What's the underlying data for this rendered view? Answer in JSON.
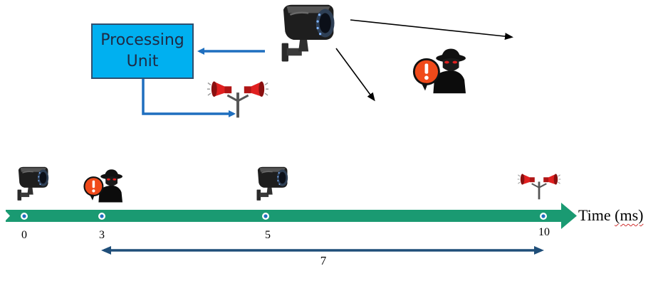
{
  "processing_unit": {
    "line1": "Processing",
    "line2": "Unit"
  },
  "timeline": {
    "axis_label": "Time",
    "axis_unit": "(ms)",
    "ticks": [
      "0",
      "3",
      "5",
      "10"
    ],
    "span_label": "7"
  },
  "icons": {
    "camera": "security-camera-icon",
    "intruder": "intruder-alert-icon",
    "siren": "siren-speaker-icon"
  },
  "colors": {
    "box_fill": "#00b0f0",
    "connector": "#1f6fbf",
    "timeline": "#1a9a72",
    "span_arrow": "#1f4e79",
    "siren_red": "#e02020"
  }
}
